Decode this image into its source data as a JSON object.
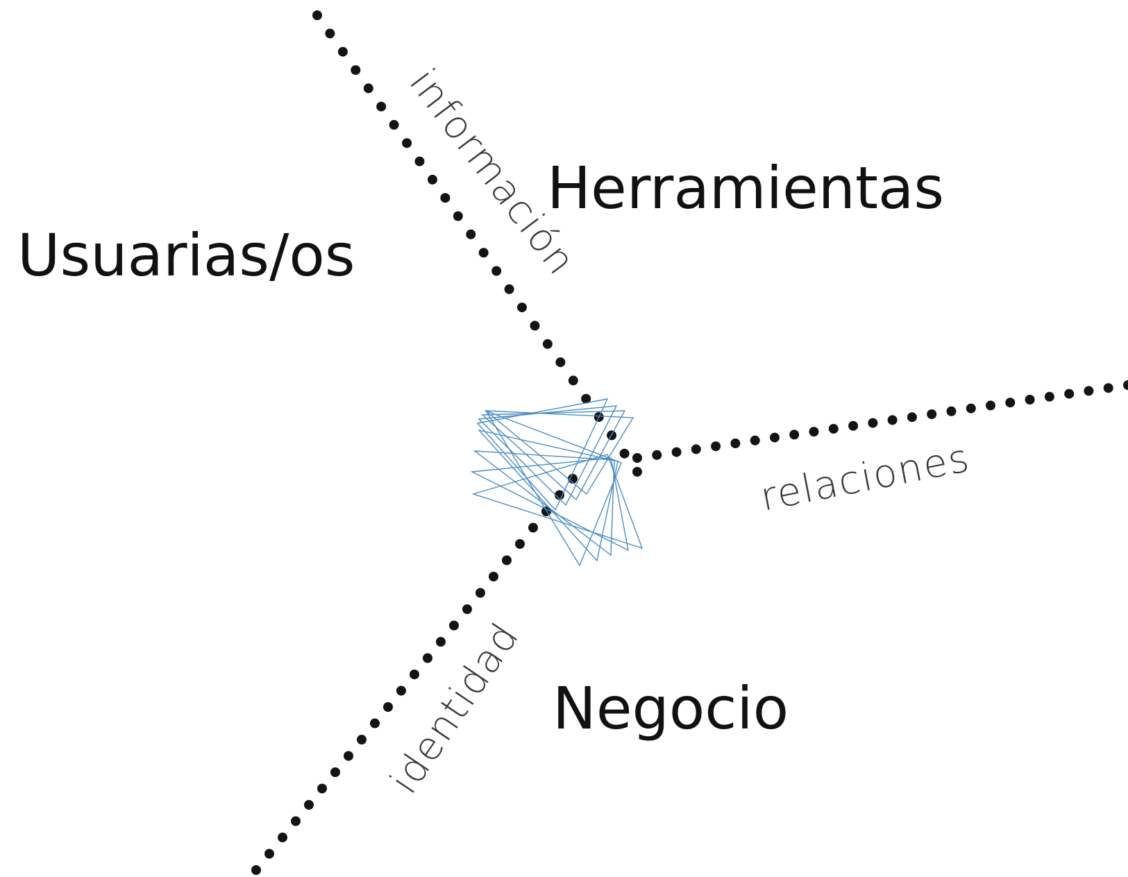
{
  "colors": {
    "background": "#ffffff",
    "text": "#111111",
    "dots": "#141414",
    "axis_label": "#3a3a3a",
    "center_symbol": "#4a8cc4"
  },
  "quadrant_labels": {
    "users": "Usuarias/os",
    "tools": "Herramientas",
    "business": "Negocio"
  },
  "axis_labels": {
    "information": "información",
    "relations": "relaciones",
    "identity": "identidad"
  },
  "icons": {
    "center": "rotating-squares-icon"
  }
}
